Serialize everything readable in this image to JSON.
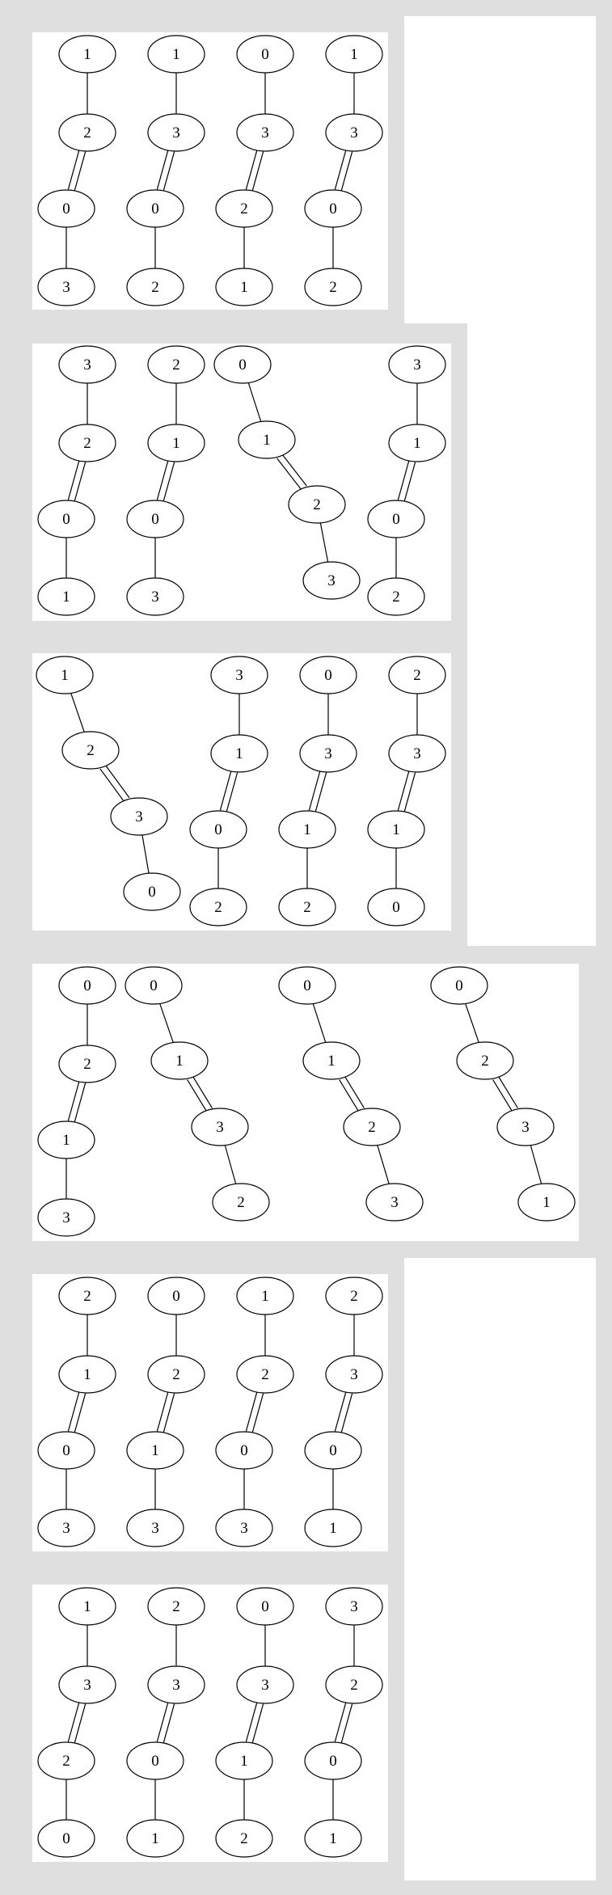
{
  "graphs": [
    {
      "labels": [
        "1",
        "2",
        "0",
        "3"
      ],
      "double_edge": 1
    },
    {
      "labels": [
        "1",
        "3",
        "0",
        "2"
      ],
      "double_edge": 1
    },
    {
      "labels": [
        "0",
        "3",
        "2",
        "1"
      ],
      "double_edge": 1
    },
    {
      "labels": [
        "1",
        "3",
        "0",
        "2"
      ],
      "double_edge": 1
    },
    {
      "labels": [
        "3",
        "2",
        "0",
        "1"
      ],
      "double_edge": 1
    },
    {
      "labels": [
        "2",
        "1",
        "0",
        "3"
      ],
      "double_edge": 1
    },
    {
      "labels": [
        "0",
        "1",
        "2",
        "3"
      ],
      "double_edge": 1
    },
    {
      "labels": [
        "3",
        "1",
        "0",
        "2"
      ],
      "double_edge": 1
    },
    {
      "labels": [
        "1",
        "2",
        "3",
        "0"
      ],
      "double_edge": 1
    },
    {
      "labels": [
        "3",
        "1",
        "0",
        "2"
      ],
      "double_edge": 1
    },
    {
      "labels": [
        "0",
        "3",
        "1",
        "2"
      ],
      "double_edge": 1
    },
    {
      "labels": [
        "2",
        "3",
        "1",
        "0"
      ],
      "double_edge": 1
    },
    {
      "labels": [
        "0",
        "2",
        "1",
        "3"
      ],
      "double_edge": 1
    },
    {
      "labels": [
        "0",
        "1",
        "3",
        "2"
      ],
      "double_edge": 1
    },
    {
      "labels": [
        "0",
        "1",
        "2",
        "3"
      ],
      "double_edge": 1
    },
    {
      "labels": [
        "0",
        "2",
        "3",
        "1"
      ],
      "double_edge": 1
    },
    {
      "labels": [
        "2",
        "1",
        "0",
        "3"
      ],
      "double_edge": 1
    },
    {
      "labels": [
        "0",
        "2",
        "1",
        "3"
      ],
      "double_edge": 1
    },
    {
      "labels": [
        "1",
        "2",
        "0",
        "3"
      ],
      "double_edge": 1
    },
    {
      "labels": [
        "2",
        "3",
        "0",
        "1"
      ],
      "double_edge": 1
    },
    {
      "labels": [
        "1",
        "3",
        "2",
        "0"
      ],
      "double_edge": 1
    },
    {
      "labels": [
        "2",
        "3",
        "0",
        "1"
      ],
      "double_edge": 1
    },
    {
      "labels": [
        "0",
        "3",
        "1",
        "2"
      ],
      "double_edge": 1
    },
    {
      "labels": [
        "3",
        "2",
        "0",
        "1"
      ],
      "double_edge": 1
    }
  ]
}
